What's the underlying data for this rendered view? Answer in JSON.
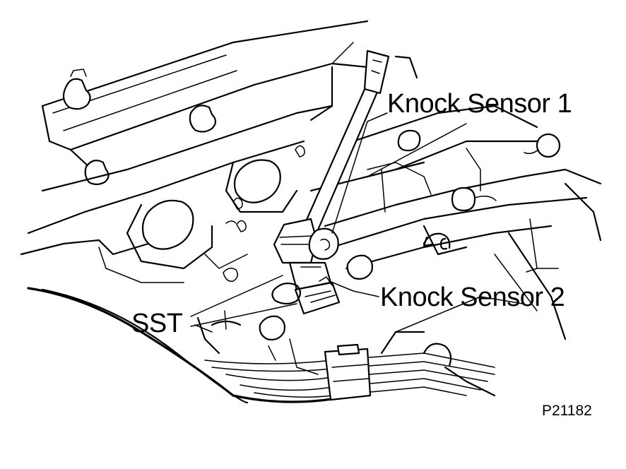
{
  "labels": {
    "knock_sensor_1": "Knock Sensor 1",
    "knock_sensor_2": "Knock Sensor 2",
    "sst": "SST"
  },
  "figure_code": "P21182"
}
